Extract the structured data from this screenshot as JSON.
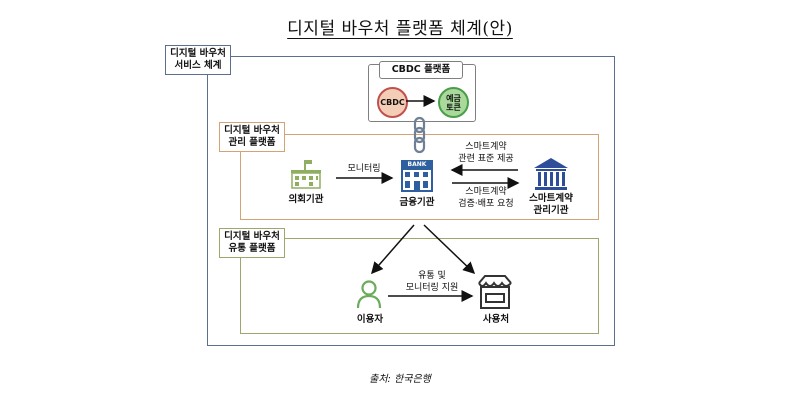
{
  "title": "디지털 바우처 플랫폼 체계(안)",
  "frames": {
    "service": "디지털 바우처\n서비스 체계",
    "management": "디지털 바우처\n관리 플랫폼",
    "distribution": "디지털 바우처\n유통 플랫폼"
  },
  "cbdc_platform": {
    "header": "CBDC 플랫폼",
    "cbdc": "CBDC",
    "deposit_token": "예금\n토큰"
  },
  "nodes": {
    "public_agency": "의회기관",
    "bank": "금융기관",
    "bank_sign": "BANK",
    "smart_contract_agency": "스마트계약\n관리기관",
    "user": "이용자",
    "merchant": "사용처"
  },
  "edges": {
    "monitoring": "모니터링",
    "contract_provide": "스마트계약\n관련 표준 제공",
    "contract_verify": "스마트계약\n검증·배포 요청",
    "distribution_support": "유통 및\n모니터링 지원"
  },
  "source": "출처: 한국은행",
  "colors": {
    "service_frame": "#5b6f8e",
    "management_frame": "#d4a373",
    "distribution_frame": "#9aa86b",
    "cbdc_fill": "#f4cdb6",
    "token_fill": "#a9d99b",
    "agency_icon": "#8fae62",
    "bank_icon": "#2e5f9e",
    "contract_icon": "#2e4e9a",
    "user_icon": "#6aab5c"
  }
}
